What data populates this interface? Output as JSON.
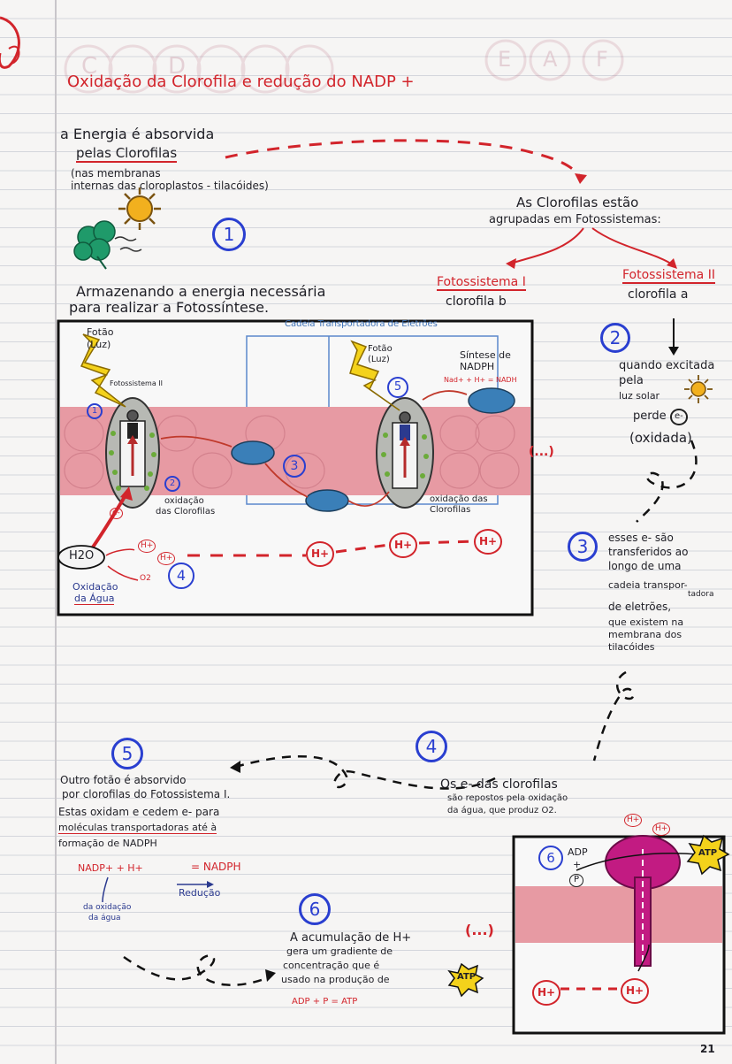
{
  "title": "Oxidação da Clorofila e redução do NADP +",
  "faded_letters": [
    "C",
    "D",
    "E",
    "A",
    "F"
  ],
  "intro": {
    "line1": "a Energia é absorvida",
    "line2": "pelas Clorofilas",
    "line3": "(nas membranas",
    "line4": "internas das cloroplastos - tilacóides)"
  },
  "photosystems": {
    "line1": "As Clorofilas estão",
    "line2": "agrupadas em Fotossistemas:",
    "ps1_label": "Fotossistema I",
    "ps1_sub": "clorofila b",
    "ps2_label": "Fotossistema II",
    "ps2_sub": "clorofila a"
  },
  "store_energy": {
    "line1": "Armazenando a energia necessária",
    "line2": "para realizar a Fotossíntese."
  },
  "step_numbers": [
    "1",
    "2",
    "3",
    "4",
    "5",
    "6"
  ],
  "diagram": {
    "foton1": "Fotão",
    "luz1": "(Luz)",
    "ps2": "Fotossistema II",
    "cadeia": "Cadeia Transportadora de Eletrões",
    "foton2": "Fotão",
    "luz2": "(Luz)",
    "sintese1": "Síntese de",
    "sintese2": "NADPH",
    "nadp_eq": "Nad+ + H+ = NADH",
    "oxid1a": "oxidação",
    "oxid1b": "das Clorofilas",
    "oxid2a": "oxidação das",
    "oxid2b": "Clorofilas",
    "h2o": "H2O",
    "h_plus": "H+",
    "e_minus": "e-",
    "o2": "O2",
    "oxid_agua1": "Oxidação",
    "oxid_agua2": "da Água",
    "ellipsis": "(...)"
  },
  "step2": {
    "line1": "quando excitada",
    "line2": "pela",
    "line3": "luz solar",
    "line4": "perde",
    "line5": "(oxidada)"
  },
  "step3": {
    "line1": "esses e- são",
    "line2": "transferidos ao",
    "line3": "longo de uma",
    "line4": "cadeia transpor-",
    "line4b": "tadora",
    "line5": "de eletrões,",
    "line6": "que existem na",
    "line7": "membrana dos",
    "line8": "tilacóides"
  },
  "step4": {
    "line1": "Os e- das clorofilas",
    "line2": "são repostos pela oxidação",
    "line3": "da água, que produz O2."
  },
  "step5": {
    "line1": "Outro fotão é absorvido",
    "line2": "por clorofilas do Fotossistema I.",
    "line3": "Estas oxidam e cedem e- para",
    "line4": "moléculas transportadoras até à",
    "line5": "formação de NADPH",
    "eq_left": "NADP+ + H+",
    "eq_right": "= NADPH",
    "reducao": "Redução",
    "da_oxid1": "da oxidação",
    "da_oxid2": "da água"
  },
  "step6": {
    "line1": "A acumulação de H+",
    "line2": "gera um gradiente de",
    "line3": "concentração que é",
    "line4": "usado na produção de",
    "atp": "ATP",
    "eq": "ADP + P = ATP",
    "ellipsis": "(...)",
    "adp": "ADP",
    "plus": "+",
    "p": "P"
  },
  "page_number": "21",
  "colors": {
    "membrane": "#e79aa3",
    "red_ink": "#d2242b",
    "blue_ink": "#2a3fd0",
    "yellow": "#f4d21b",
    "atp_synthase": "#c21b82"
  }
}
